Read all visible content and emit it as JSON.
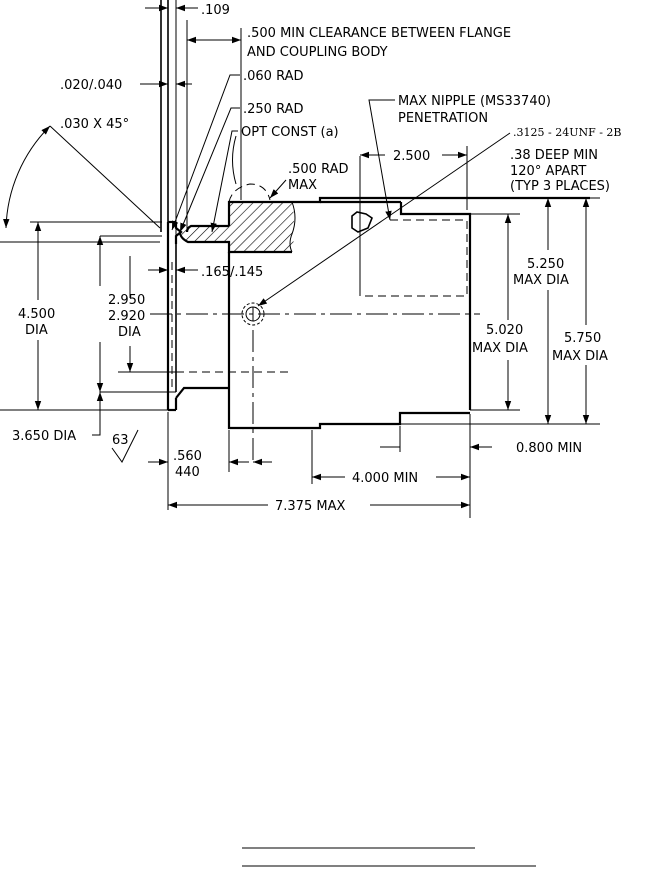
{
  "labels": {
    "dim_109": ".109",
    "clearance_1": ".500 MIN CLEARANCE BETWEEN FLANGE",
    "clearance_2": "AND COUPLING BODY",
    "dim_020_040": ".020/.040",
    "rad_060": ".060 RAD",
    "chamfer": ".030 X 45°",
    "rad_250": ".250 RAD",
    "opt_const": "OPT CONST (a)",
    "nipple_1": "MAX NIPPLE (MS33740)",
    "nipple_2": "PENETRATION",
    "thread_1": ".3125 - 24UNF - 2B",
    "thread_2": ".38 DEEP MIN",
    "thread_3": "120° APART",
    "thread_4": "(TYP 3 PLACES)",
    "dim_2500": "2.500",
    "rad_500_1": ".500 RAD",
    "rad_500_2": "MAX",
    "dim_5250_1": "5.250",
    "dim_5250_2": "MAX DIA",
    "dim_165_145": ".165/.145",
    "dim_4500_1": "4.500",
    "dim_4500_2": "DIA",
    "dim_2950": "2.950",
    "dim_2920": "2.920",
    "dim_29xx_dia": "DIA",
    "dim_5020_1": "5.020",
    "dim_5020_2": "MAX DIA",
    "dim_5750_1": "5.750",
    "dim_5750_2": "MAX DIA",
    "dim_3650": "3.650 DIA",
    "finish_63": "63",
    "dim_560": ".560",
    "dim_440": "440",
    "dim_0800": "0.800 MIN",
    "dim_4000": "4.000 MIN",
    "dim_7375": "7.375 MAX"
  }
}
